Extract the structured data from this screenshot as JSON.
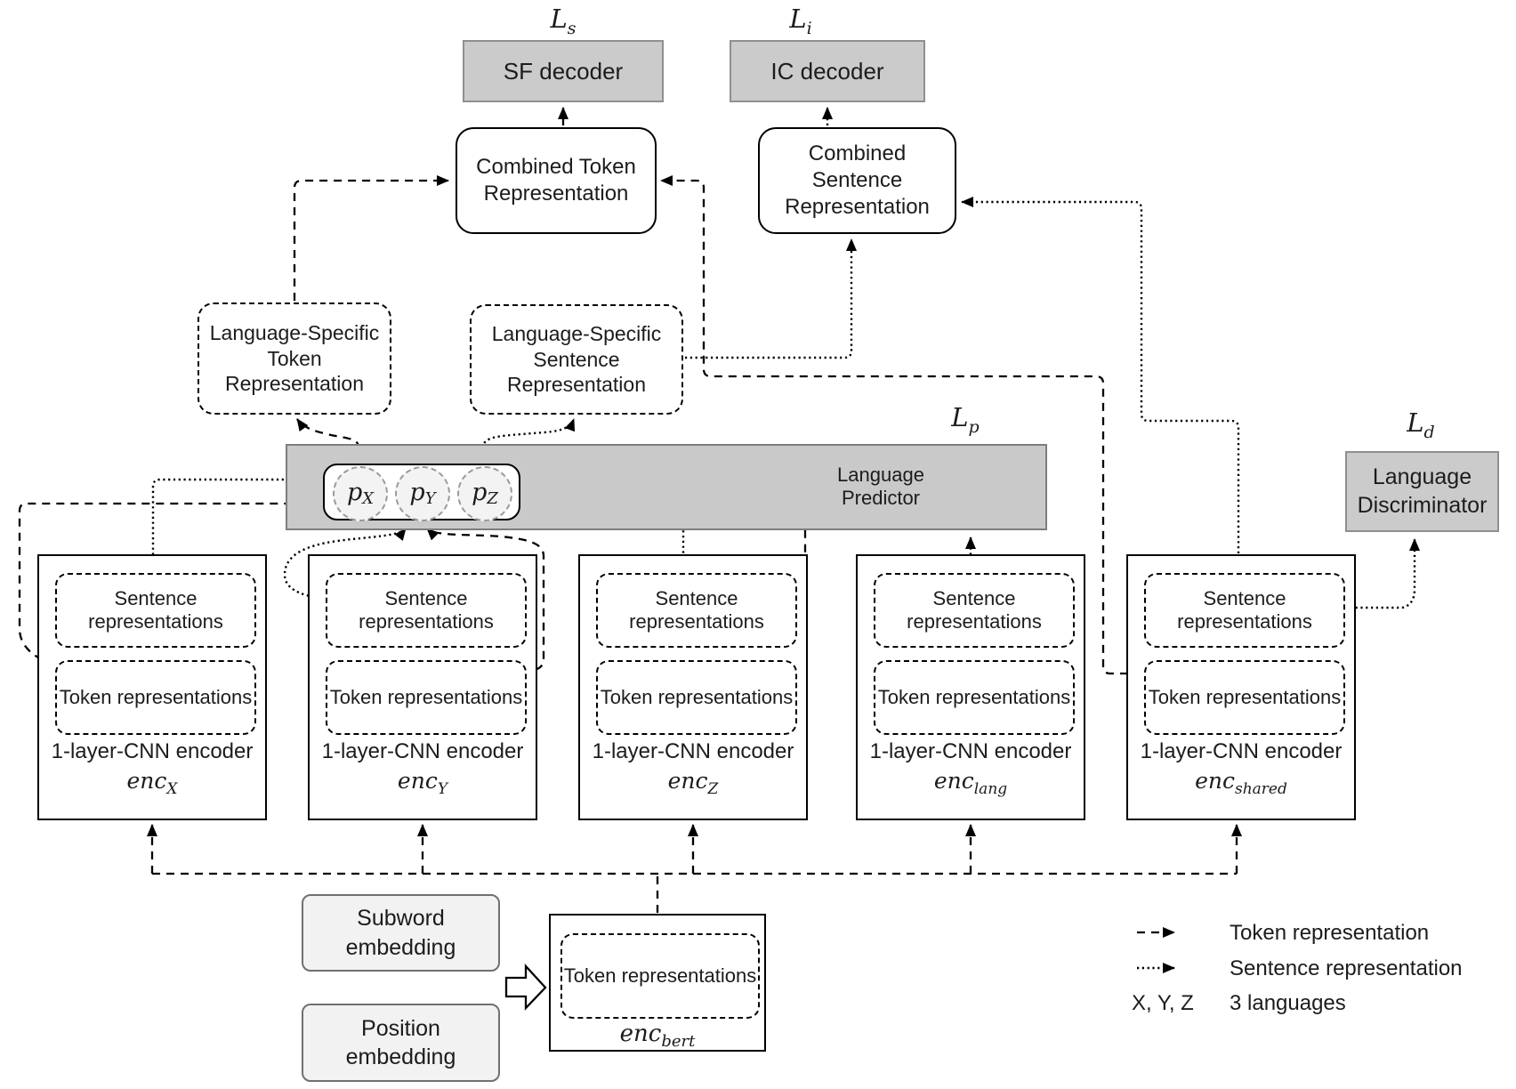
{
  "losses": {
    "ls": {
      "base": "L",
      "sub": "s"
    },
    "li": {
      "base": "L",
      "sub": "i"
    },
    "lp": {
      "base": "L",
      "sub": "p"
    },
    "ld": {
      "base": "L",
      "sub": "d"
    }
  },
  "decoders": {
    "sf": "SF decoder",
    "ic": "IC decoder"
  },
  "combined": {
    "token": "Combined Token Representation",
    "sentence": "Combined Sentence Representation"
  },
  "language_specific": {
    "token": "Language-Specific Token Representation",
    "sentence": "Language-Specific Sentence Representation"
  },
  "predictor": {
    "label": "Language Predictor",
    "probs": [
      {
        "base": "p",
        "sub": "X"
      },
      {
        "base": "p",
        "sub": "Y"
      },
      {
        "base": "p",
        "sub": "Z"
      }
    ]
  },
  "discriminator": {
    "label": "Language Discriminator"
  },
  "encoders": [
    {
      "sentence_label": "Sentence representations",
      "token_label": "Token representations",
      "title": "1-layer-CNN encoder",
      "name_base": "enc",
      "name_sub": "X"
    },
    {
      "sentence_label": "Sentence representations",
      "token_label": "Token representations",
      "title": "1-layer-CNN encoder",
      "name_base": "enc",
      "name_sub": "Y"
    },
    {
      "sentence_label": "Sentence representations",
      "token_label": "Token representations",
      "title": "1-layer-CNN encoder",
      "name_base": "enc",
      "name_sub": "Z"
    },
    {
      "sentence_label": "Sentence representations",
      "token_label": "Token representations",
      "title": "1-layer-CNN encoder",
      "name_base": "enc",
      "name_sub": "lang"
    },
    {
      "sentence_label": "Sentence representations",
      "token_label": "Token representations",
      "title": "1-layer-CNN encoder",
      "name_base": "enc",
      "name_sub": "shared"
    }
  ],
  "embeddings": {
    "subword": "Subword embedding",
    "position": "Position embedding"
  },
  "bert": {
    "token_label": "Token representations",
    "name_base": "enc",
    "name_sub": "bert"
  },
  "legend": {
    "items": [
      {
        "style": "dashed",
        "label": "Token representation"
      },
      {
        "style": "dotted",
        "label": "Sentence representation"
      },
      {
        "symbol": "X, Y, Z",
        "label": "3 languages"
      }
    ]
  },
  "colors": {
    "decoder_gray": "#cbcbcb",
    "predictor_gray": "#c9c9c9",
    "embedding_gray": "#f2f2f2",
    "line_black": "#000000"
  }
}
